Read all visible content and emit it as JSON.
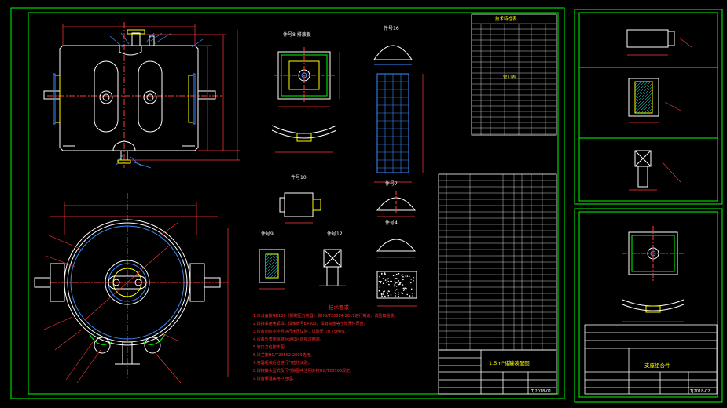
{
  "main_sheet": {
    "title_block": {
      "drawing_title": "1.5m³储罐装配图",
      "drawing_no": "TJ2018-01"
    },
    "notes_heading": "技术要求",
    "notes": [
      "1.本设备按GB150《钢制压力容器》和HG/T20584-2011进行制造、试验和验收。",
      "2.焊接采用电弧焊，焊条牌号E4303，焊缝高度等于较薄件厚度。",
      "3.设备制造完毕后进行水压试验，试验压力0.75MPa。",
      "4.设备外表面除锈后涂红丹防锈漆两遍。",
      "5.管口方位按本图。",
      "6.法兰按HG/T20592-2009选用。",
      "7.容器组装后应进行气密性试验。",
      "8.焊接接头型式及尺寸除图中注明外按HG/T20583规定。",
      "9.设备保温由用户自理。"
    ],
    "detail_labels": [
      "件号8 排液板",
      "件号16",
      "件号10",
      "件号9",
      "件号7",
      "件号12",
      "件号4"
    ],
    "table_headings": [
      "技术特性表",
      "管口表"
    ]
  },
  "side_sheet": {
    "title_block": {
      "drawing_title": "支座组合件",
      "drawing_no": "TJ2018-02"
    }
  },
  "colors": {
    "frame": "#00ff00",
    "outline": "#ffffff",
    "centerline": "#ff3b3b",
    "dimension": "#ff3b3b",
    "nozzle_face": "#3c8cff",
    "leader": "#3c8cff",
    "yellow": "#ffff00",
    "hatch": "#00ffff",
    "note_text": "#ff2e2e"
  }
}
